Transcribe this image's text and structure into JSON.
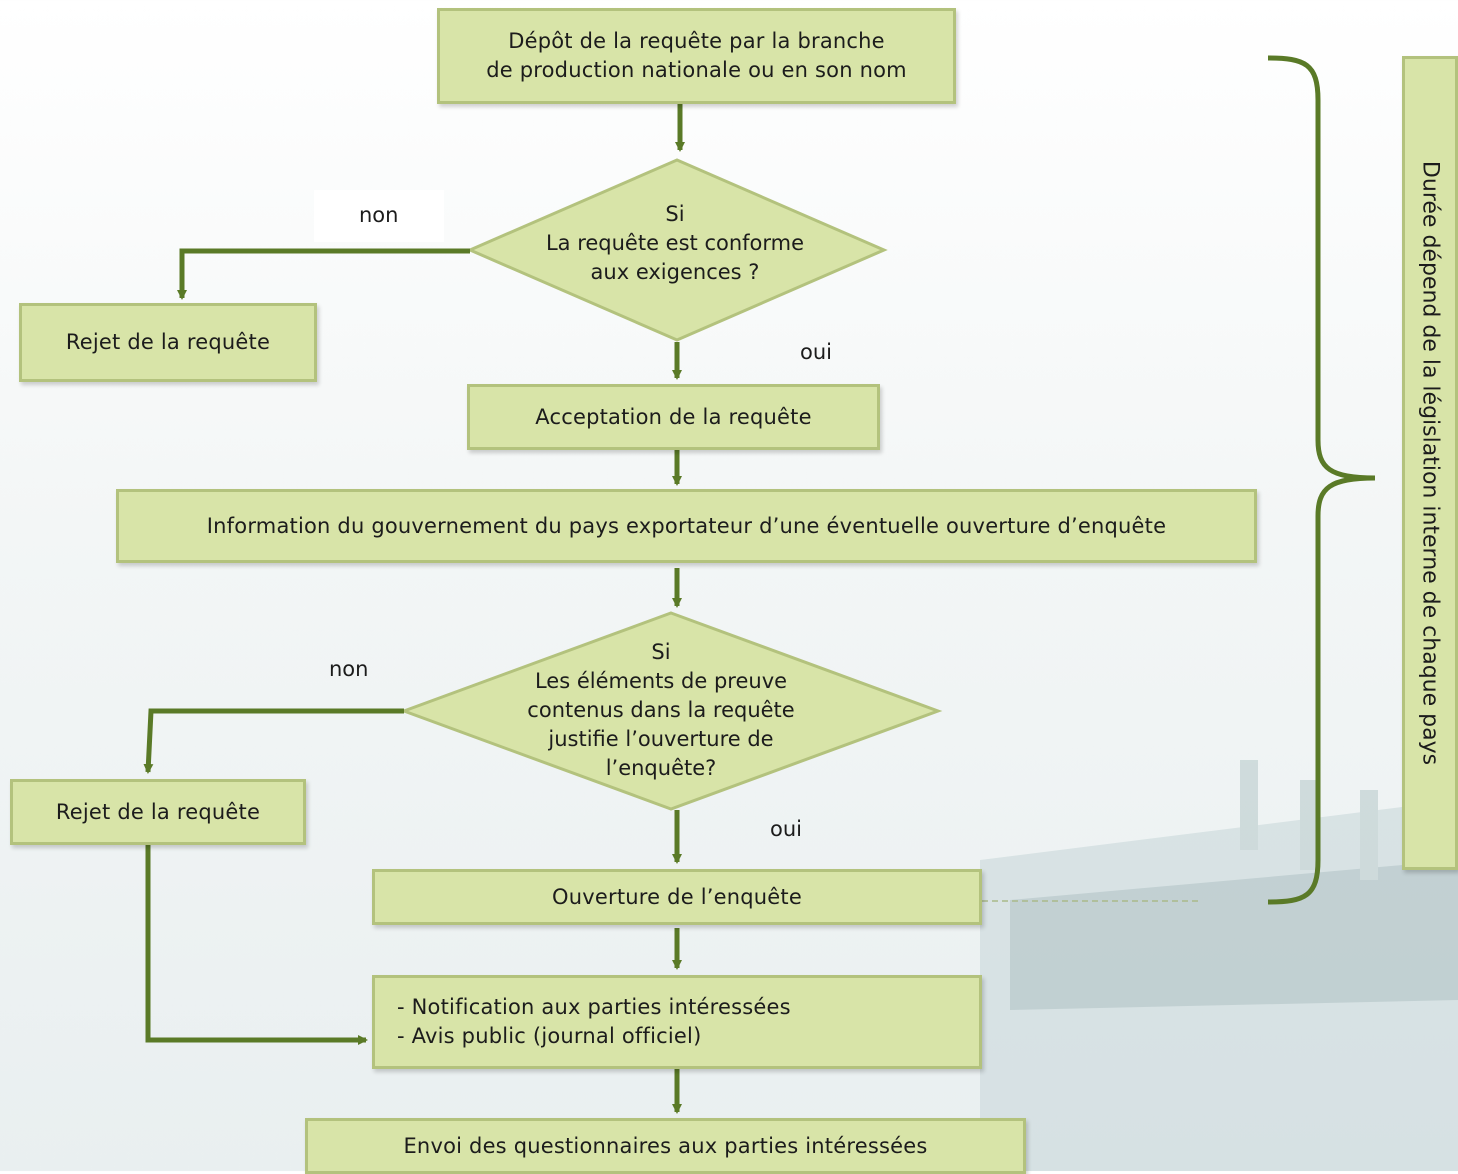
{
  "colors": {
    "box_fill": "#d8e4a8",
    "box_border": "#b3c27d",
    "connector": "#5a7a27"
  },
  "flowchart": {
    "start": [
      "Dépôt de la requête par la branche",
      "de production nationale ou en son nom"
    ],
    "decision1": [
      "Si",
      "La requête est conforme",
      "aux exigences ?"
    ],
    "label_no1": "non",
    "label_yes1": "oui",
    "reject1": "Rejet de la requête",
    "accept": "Acceptation de la requête",
    "inform": "Information du gouvernement du pays exportateur d’une éventuelle ouverture d’enquête",
    "decision2": [
      "Si",
      "Les éléments de preuve",
      "contenus dans la requête",
      "justifie l’ouverture de",
      "l’enquête?"
    ],
    "label_no2": "non",
    "label_yes2": "oui",
    "reject2": "Rejet de la requête",
    "opening": "Ouverture de l’enquête",
    "notification": [
      "- Notification aux parties intéressées",
      "- Avis public (journal officiel)"
    ],
    "questionnaires": "Envoi des questionnaires aux parties intéressées",
    "duration_note": "Durée dépend de la législation interne de chaque pays"
  }
}
